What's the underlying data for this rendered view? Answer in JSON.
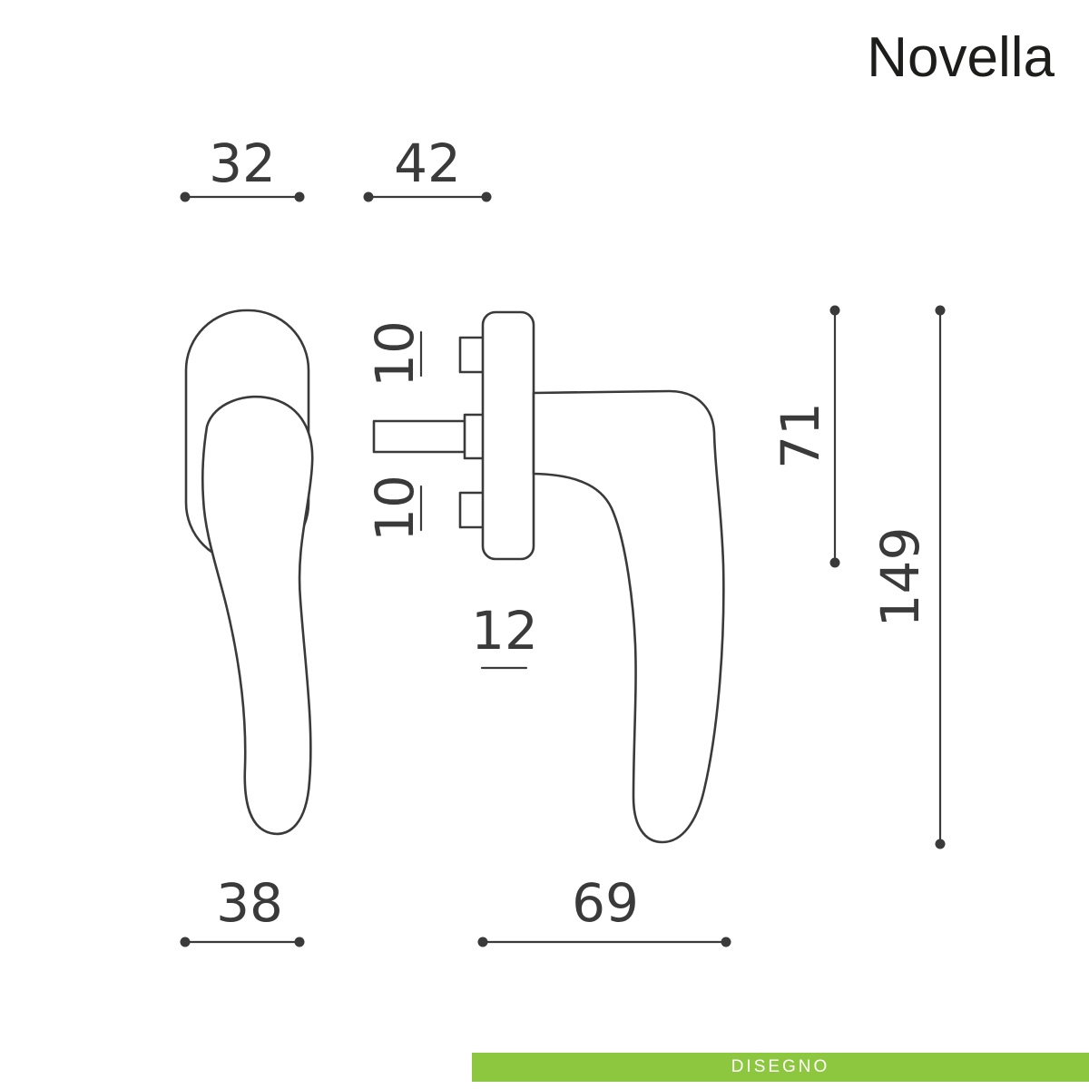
{
  "title": "Novella",
  "footer": {
    "label": "DISEGNO"
  },
  "colors": {
    "line": "#3a3a3a",
    "accent": "#8dc63f",
    "title": "#1d1d1b"
  },
  "drawing": {
    "description": "Technical drawing of Novella window handle, side view and front view with dimensions in mm",
    "dimensions": {
      "side_width_top": "32",
      "front_depth_top": "42",
      "screw_offset_top": "10",
      "screw_offset_bottom": "10",
      "spindle_size": "12",
      "rosette_length": "71",
      "overall_length": "149",
      "side_width_bottom": "38",
      "handle_reach": "69"
    }
  }
}
